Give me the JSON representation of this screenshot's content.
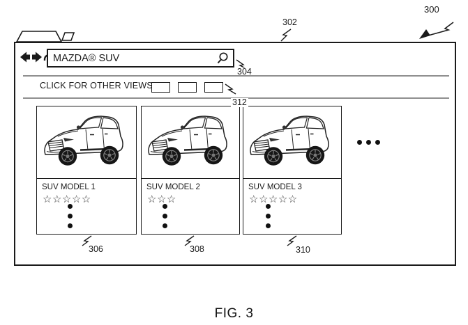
{
  "figure": {
    "caption": "FIG. 3",
    "refs": {
      "window": "300",
      "browser_chrome": "302",
      "search_bar": "304",
      "card1": "306",
      "card2": "308",
      "card3": "310",
      "view_buttons": "312"
    }
  },
  "browser": {
    "search": {
      "value": "MAZDA® SUV"
    },
    "views_label": "CLICK FOR OTHER VIEWS:",
    "view_button_count": 3,
    "cards": [
      {
        "title": "SUV MODEL 1",
        "stars": "☆☆☆☆☆",
        "rating": 5
      },
      {
        "title": "SUV MODEL 2",
        "stars": "☆☆☆",
        "rating": 3
      },
      {
        "title": "SUV MODEL 3",
        "stars": "☆☆☆☆☆",
        "rating": 5
      }
    ]
  },
  "colors": {
    "line": "#1a1a1a",
    "divider": "#8f8f8f",
    "star": "#3a3a3a"
  }
}
